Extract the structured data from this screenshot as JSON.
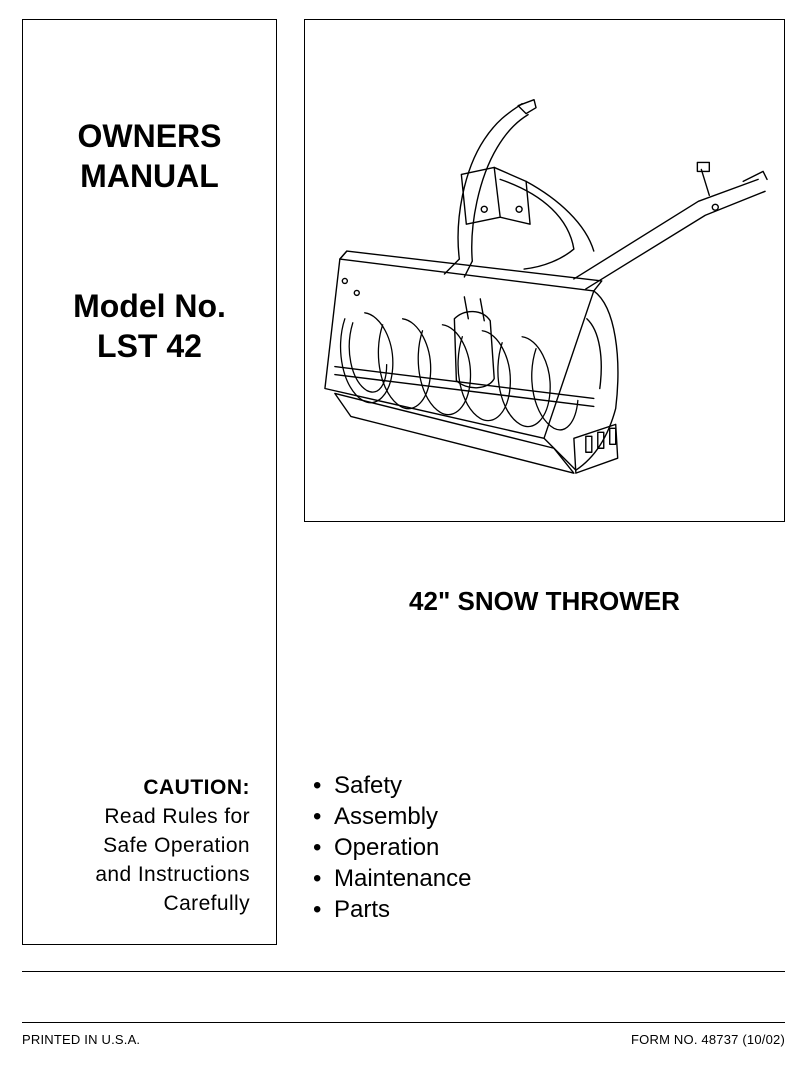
{
  "left_panel": {
    "title_lines": [
      "OWNERS",
      "MANUAL"
    ],
    "model_lines": [
      "Model No.",
      "LST 42"
    ],
    "caution": {
      "heading": "CAUTION:",
      "lines": [
        "Read Rules for",
        "Safe Operation",
        "and Instructions",
        "Carefully"
      ]
    }
  },
  "product": {
    "image_name": "snow-thrower-illustration",
    "title": "42\" SNOW THROWER"
  },
  "contents": {
    "bullet_glyph": "•",
    "items": [
      "Safety",
      "Assembly",
      "Operation",
      "Maintenance",
      "Parts"
    ]
  },
  "footer": {
    "left": "PRINTED IN U.S.A.",
    "right": "FORM NO. 48737 (10/02)"
  }
}
